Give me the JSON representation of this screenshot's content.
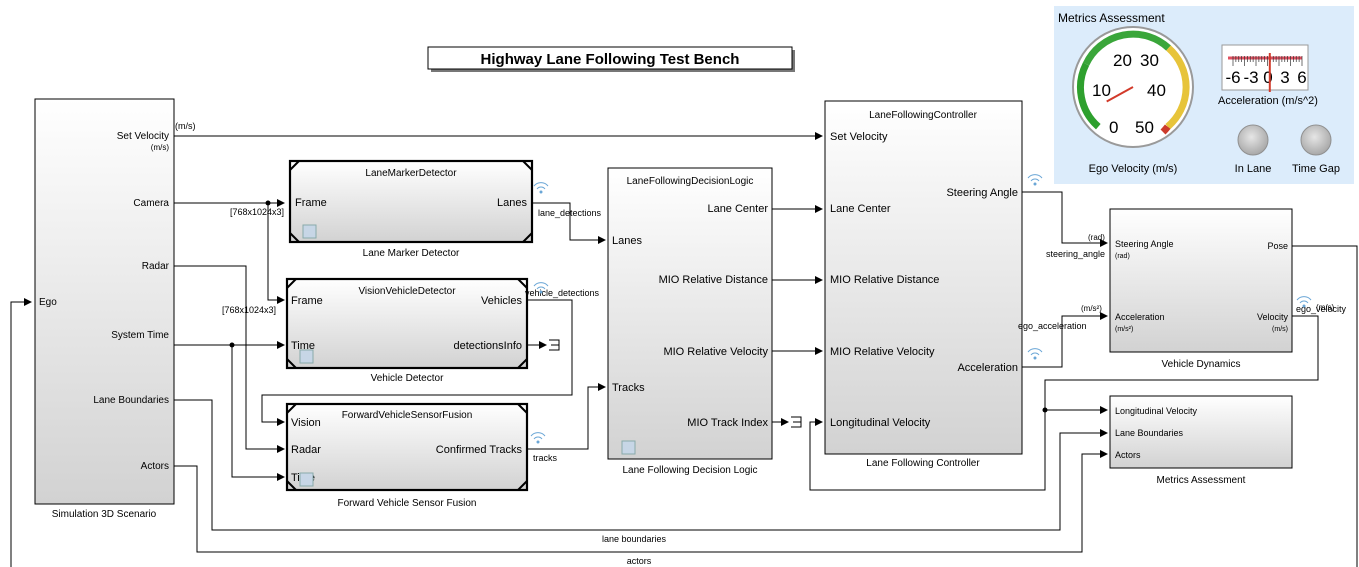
{
  "title": "Highway Lane Following Test Bench",
  "scenario": {
    "name": "Simulation 3D Scenario",
    "in_ports": [
      "Ego"
    ],
    "out_ports": [
      "Set Velocity",
      "Camera",
      "Radar",
      "System Time",
      "Lane Boundaries",
      "Actors"
    ],
    "set_velocity_unit": "(m/s)"
  },
  "lane_marker": {
    "inner": "LaneMarkerDetector",
    "name": "Lane Marker Detector",
    "in_ports": [
      "Frame"
    ],
    "out_ports": [
      "Lanes"
    ]
  },
  "vehicle_detector": {
    "inner": "VisionVehicleDetector",
    "name": "Vehicle Detector",
    "in_ports": [
      "Frame",
      "Time"
    ],
    "out_ports": [
      "Vehicles",
      "detectionsInfo"
    ]
  },
  "fusion": {
    "inner": "ForwardVehicleSensorFusion",
    "name": "Forward Vehicle Sensor Fusion",
    "in_ports": [
      "Vision",
      "Radar",
      "Time"
    ],
    "out_ports": [
      "Confirmed Tracks"
    ]
  },
  "decision": {
    "inner": "LaneFollowingDecisionLogic",
    "name": "Lane Following Decision Logic",
    "in_ports": [
      "Lanes",
      "Tracks"
    ],
    "out_ports": [
      "Lane Center",
      "MIO Relative Distance",
      "MIO Relative Velocity",
      "MIO Track Index"
    ]
  },
  "controller": {
    "inner": "LaneFollowingController",
    "name": "Lane Following Controller",
    "in_ports": [
      "Set Velocity",
      "Lane Center",
      "MIO Relative Distance",
      "MIO Relative Velocity",
      "Longitudinal Velocity"
    ],
    "out_ports": [
      "Steering Angle",
      "Acceleration"
    ]
  },
  "dynamics": {
    "name": "Vehicle Dynamics",
    "in_ports": [
      "Steering Angle",
      "Acceleration"
    ],
    "in_units": [
      "(rad)",
      "(m/s²)"
    ],
    "out_ports": [
      "Pose",
      "Velocity"
    ],
    "out_units": [
      "",
      "(m/s)"
    ]
  },
  "metrics": {
    "name": "Metrics Assessment",
    "in_ports": [
      "Longitudinal Velocity",
      "Lane Boundaries",
      "Actors"
    ]
  },
  "signals": {
    "lane_detections": "lane_detections",
    "vehicle_detections": "vehicle_detections",
    "tracks": "tracks",
    "steering_angle": "steering_angle",
    "ego_acceleration": "ego_acceleration",
    "ego_velocity": "ego_velocity",
    "lane_boundaries": "lane boundaries",
    "actors": "actors",
    "frame_dims": "[768x1024x3]",
    "rad": "(rad)",
    "ms2": "(m/s²)",
    "ms_top": "(m/s)",
    "ms_right": "(m/s)"
  },
  "dashboard": {
    "title": "Metrics Assessment",
    "gauge_ticks": [
      "0",
      "10",
      "20",
      "30",
      "40",
      "50"
    ],
    "gauge_label": "Ego Velocity (m/s)",
    "gauge_value": 3,
    "accel_ticks": [
      "-6",
      "-3",
      "0",
      "3",
      "6"
    ],
    "accel_label": "Acceleration (m/s^2)",
    "accel_value": 0.4,
    "lamp1": "In Lane",
    "lamp2": "Time Gap",
    "bg_color": "#dcecfb",
    "accent_color": "#e0489c"
  }
}
